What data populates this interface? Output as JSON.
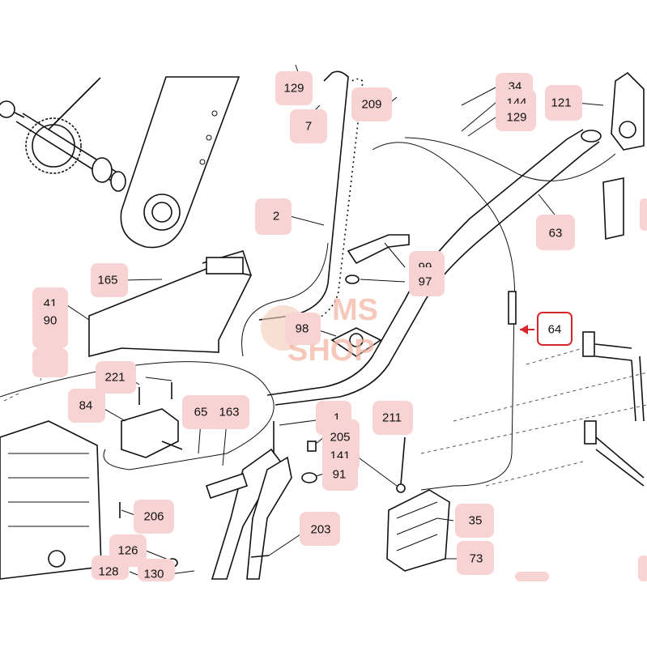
{
  "callouts": [
    {
      "label": "129"
    },
    {
      "label": "7"
    },
    {
      "label": "209"
    },
    {
      "label": "34"
    },
    {
      "label": "144"
    },
    {
      "label": "129"
    },
    {
      "label": "121"
    },
    {
      "label": "2"
    },
    {
      "label": "63"
    },
    {
      "label": "165"
    },
    {
      "label": "99"
    },
    {
      "label": "97"
    },
    {
      "label": "41"
    },
    {
      "label": "90"
    },
    {
      "label": "98"
    },
    {
      "label": "64"
    },
    {
      "label": "221"
    },
    {
      "label": "84"
    },
    {
      "label": "65"
    },
    {
      "label": "163"
    },
    {
      "label": "1"
    },
    {
      "label": "211"
    },
    {
      "label": "205"
    },
    {
      "label": "141"
    },
    {
      "label": "91"
    },
    {
      "label": "206"
    },
    {
      "label": "35"
    },
    {
      "label": "203"
    },
    {
      "label": "126"
    },
    {
      "label": "73"
    },
    {
      "label": "128"
    },
    {
      "label": "130"
    }
  ],
  "highlighted_part": "64",
  "watermark": {
    "line1": "MS",
    "line2": "SHOP"
  },
  "colors": {
    "callout_bg": "#f8d3d3",
    "highlight": "#d9262b",
    "watermark": "#f3b8a6"
  }
}
